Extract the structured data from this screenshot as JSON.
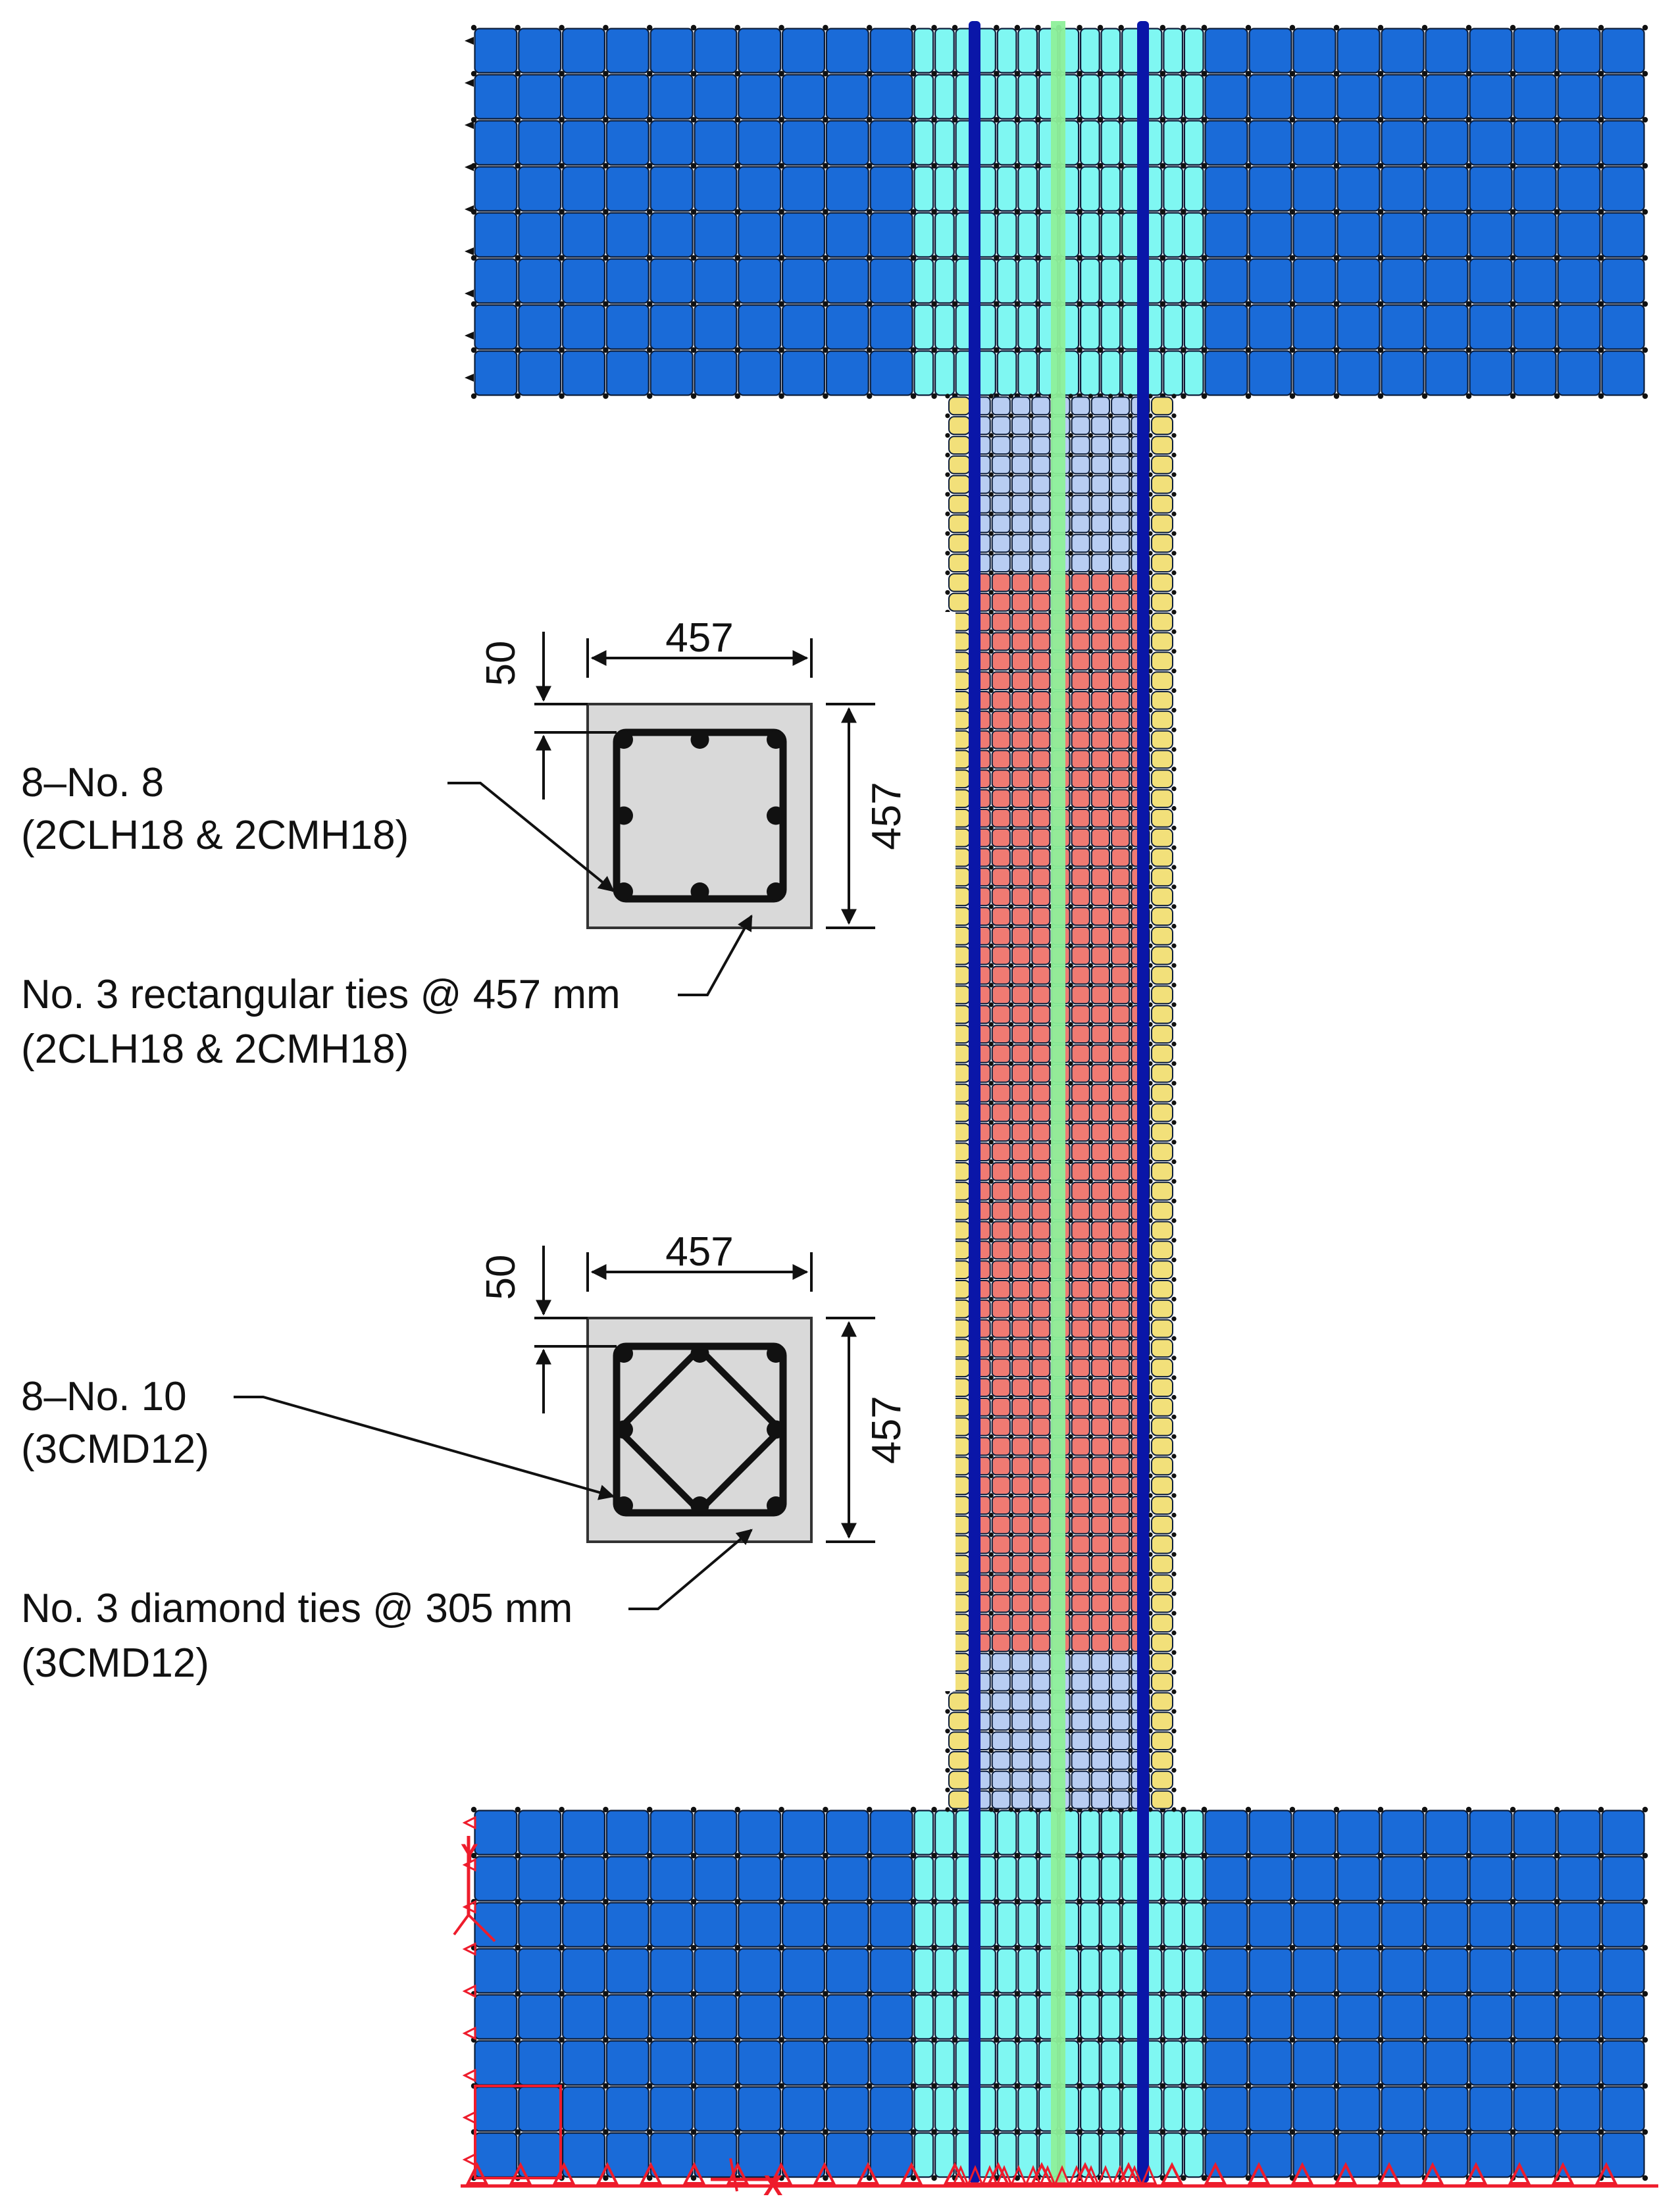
{
  "colors": {
    "concrete_body": "#1a6bd8",
    "confined_zone": "#7ff7f2",
    "longitudinal_bar": "#0a16a8",
    "center_strip": "#8ef09a",
    "cover_column": "#f2e07a",
    "transition": "#b8cdf2",
    "hinge_region": "#f07a72",
    "support": "#ee1c2c",
    "section_fill": "#d9d9d9",
    "ink": "#111111"
  },
  "sections": [
    {
      "width_label": "457",
      "height_label": "457",
      "cover_label": "50",
      "tie_type": "rectangular",
      "bar_callout": [
        "8–No. 8",
        "(2CLH18 & 2CMH18)"
      ],
      "tie_callout": [
        "No. 3 rectangular ties @ 457 mm",
        "(2CLH18 & 2CMH18)"
      ]
    },
    {
      "width_label": "457",
      "height_label": "457",
      "cover_label": "50",
      "tie_type": "diamond",
      "bar_callout": [
        "8–No. 10",
        "(3CMD12)"
      ],
      "tie_callout": [
        "No. 3 diamond ties @ 305 mm",
        "(3CMD12)"
      ]
    }
  ],
  "axes": {
    "y_label": "Y",
    "x_label": "X"
  }
}
